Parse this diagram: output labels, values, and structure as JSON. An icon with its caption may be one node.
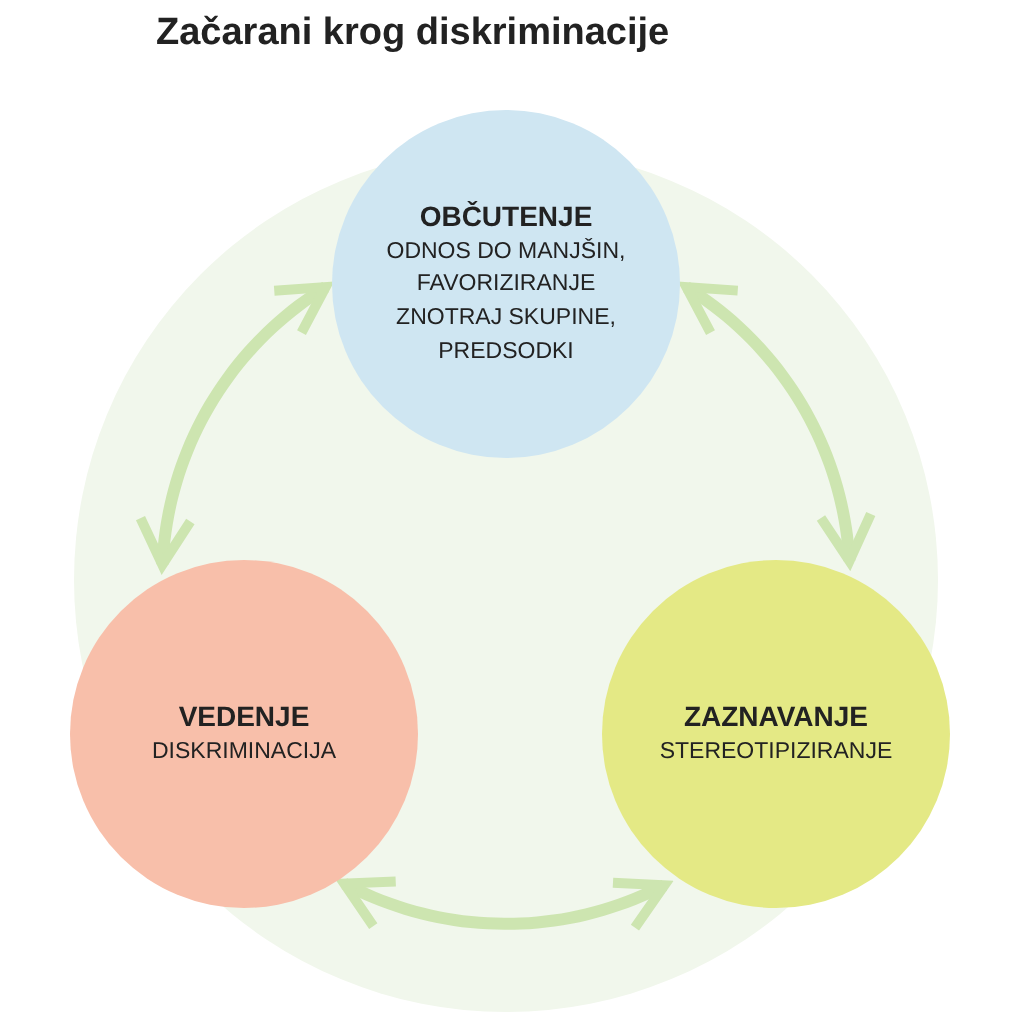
{
  "diagram": {
    "title": "Začarani krog diskriminacije",
    "nodes": [
      {
        "text": [
          "OBČUTENJE",
          "ODNOS DO MANJŠIN, FAVORIZIRANJE ZNOTRAJ SKUPINE, PREDSODKI"
        ]
      },
      {
        "text": [
          "VEDENJE",
          "DISKRIMINACIJA"
        ]
      },
      {
        "text": [
          "ZAZNAVANJE",
          "STEREOTIPIZIRANJE"
        ]
      }
    ],
    "edges": [
      {
        "from": 0,
        "to": 1,
        "arrow": "both"
      },
      {
        "from": 0,
        "to": 2,
        "arrow": "both"
      },
      {
        "from": 1,
        "to": 2,
        "arrow": "both"
      }
    ]
  }
}
